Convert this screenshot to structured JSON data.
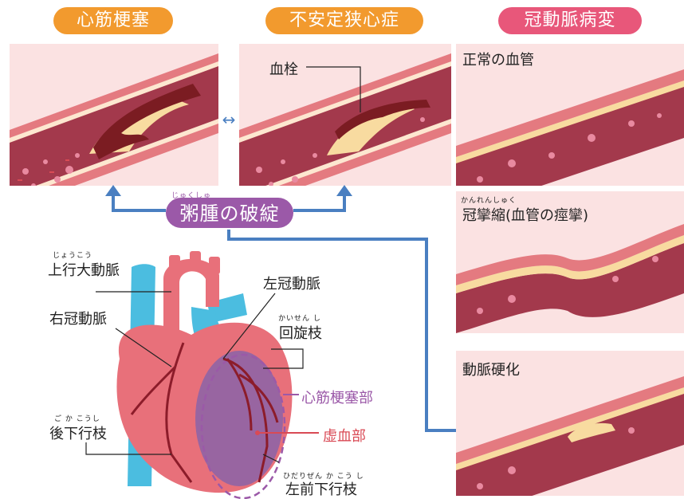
{
  "headers": {
    "infarction": "心筋梗塞",
    "unstable_angina": "不安定狭心症",
    "coronary_lesions": "冠動脈病変"
  },
  "center_label": {
    "text": "粥腫の破綻",
    "ruby": "じゅくしゅ"
  },
  "thrombus_label": "血栓",
  "lesion_panels": {
    "normal": "正常の血管",
    "spasm": {
      "text": "冠攣縮(血管の痙攣)",
      "ruby": "かんれんしゅく"
    },
    "sclerosis": "動脈硬化"
  },
  "heart_labels": {
    "ascending_aorta": {
      "text": "上行大動脈",
      "ruby": "じょうこう"
    },
    "right_coronary": "右冠動脈",
    "left_coronary": "左冠動脈",
    "circumflex": {
      "text": "回旋枝",
      "ruby": "かいせん し"
    },
    "posterior_descending": {
      "text": "後下行枝",
      "ruby": "ご か こうし"
    },
    "infarct_area": "心筋梗塞部",
    "ischemic_area": "虚血部",
    "lad": {
      "text": "左前下行枝",
      "ruby": "ひだりぜん か こう し"
    }
  },
  "colors": {
    "orange": "#f29a2e",
    "pink": "#e8577a",
    "purple": "#9b59a8",
    "blue": "#4a7fc1",
    "vessel_wall": "#e47a80",
    "vessel_inner": "#a3394c",
    "plaque": "#f8dba0",
    "clot": "#7b1c22",
    "aorta_blue": "#4bbde0",
    "heart": "#e8707a"
  }
}
